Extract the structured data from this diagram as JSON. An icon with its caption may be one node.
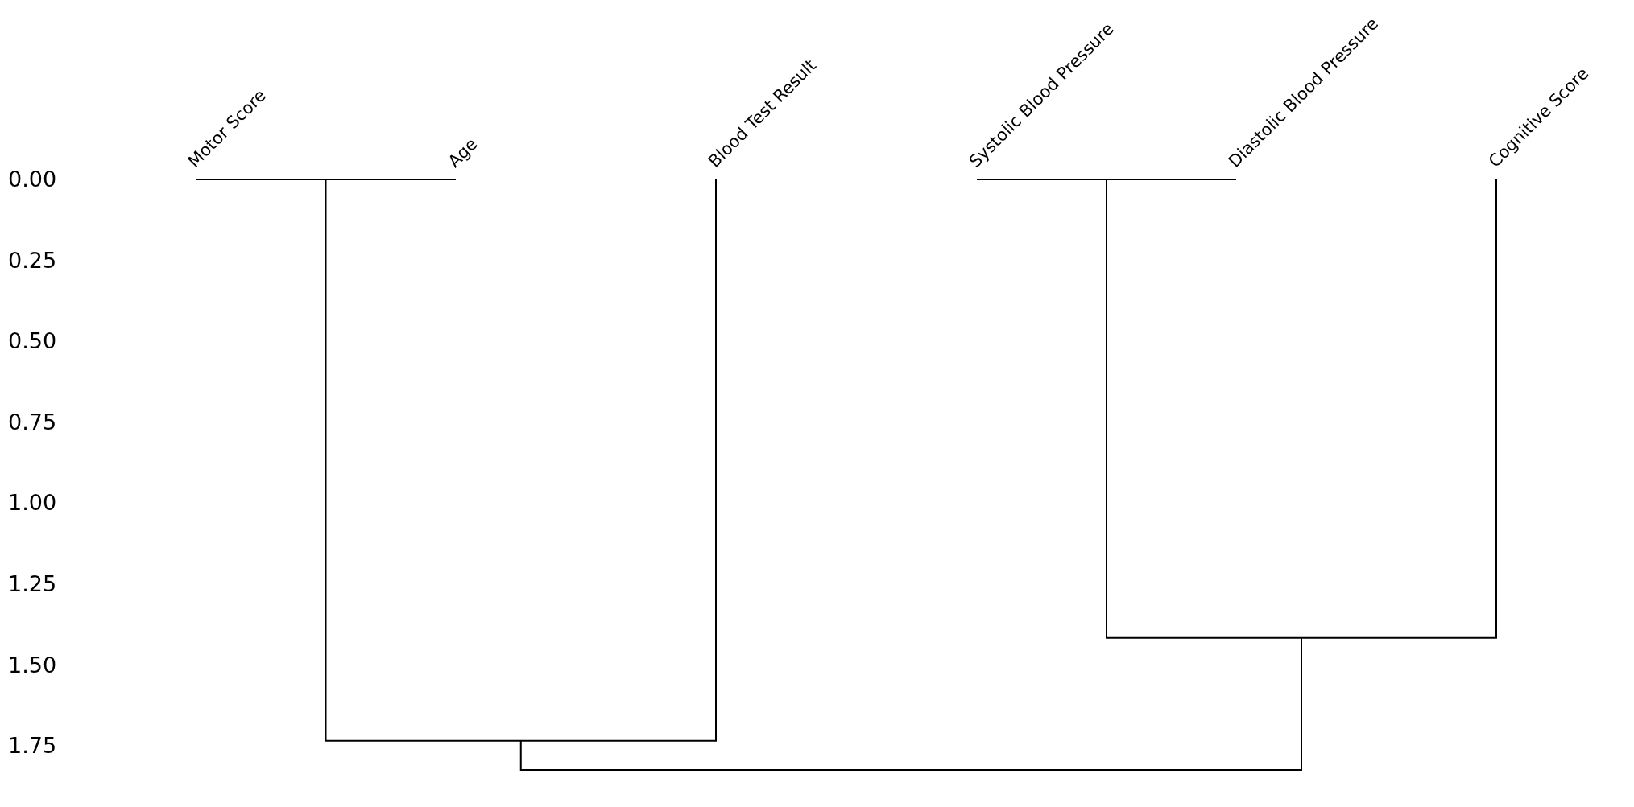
{
  "diagram": {
    "labels": [
      "Motor Score",
      "Age",
      "Blood Test Result",
      "Systolic Blood Pressure",
      "Diastolic Blood Pressure",
      "Cognitive Score",
      "0.00",
      "0.25",
      "0.50",
      "0.75",
      "1.00",
      "1.25",
      "1.50",
      "1.75"
    ]
  }
}
